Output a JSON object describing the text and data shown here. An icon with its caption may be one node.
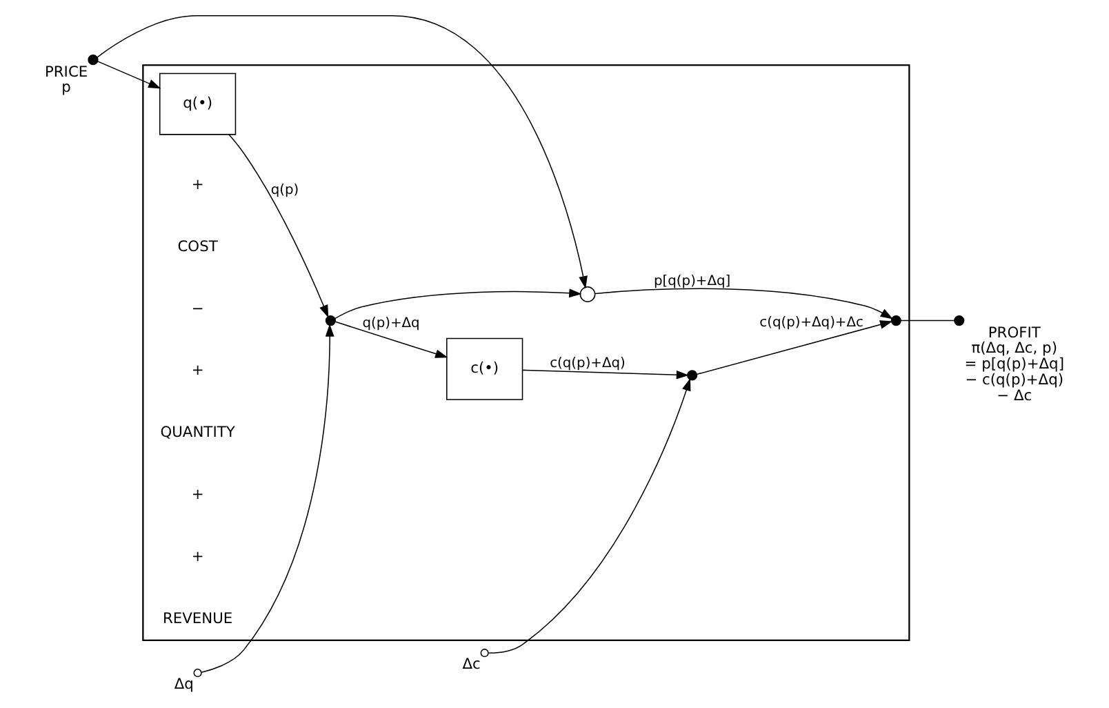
{
  "diagram": {
    "nodes": [
      {
        "text": [],
        "shape": "box"
      },
      {
        "text": [],
        "shape": "circle",
        "beside": [
          "Δc"
        ]
      },
      {
        "text": [],
        "shape": "circle",
        "in": 0
      },
      {
        "text": [
          "c(•)"
        ],
        "in": 0
      },
      {
        "text": [],
        "shape": "circle",
        "beside": [
          "Δq"
        ]
      },
      {
        "text": [],
        "shape": "circle",
        "in": 0
      },
      {
        "text": [],
        "shape": "circle",
        "in": 0
      },
      {
        "text": [
          "q(•)"
        ],
        "in": 0
      },
      {
        "text": [],
        "shape": "circle",
        "in": 0
      },
      {
        "text": [],
        "shape": "circle",
        "beside": [
          "PRICE",
          "p"
        ]
      },
      {
        "text": [],
        "shape": "circle",
        "beside": [
          "PROFIT",
          "π(Δq, Δc, p)",
          "= p[q(p)+Δq]",
          "− c(q(p)+Δq)",
          "− Δc"
        ]
      }
    ],
    "edges": [
      {
        "from": 1,
        "to": 2,
        "arrow": "to"
      },
      {
        "from": 3,
        "to": 2,
        "arrow": "to",
        "label": "c(q(p)+Δq)"
      },
      {
        "from": 2,
        "to": 8,
        "arrow": "to",
        "label": "c(q(p)+Δq)+Δc"
      },
      {
        "from": 4,
        "to": 5,
        "arrow": "to"
      },
      {
        "from": 7,
        "to": 5,
        "arrow": "to",
        "label": "q(p)"
      },
      {
        "from": 5,
        "to": 3,
        "arrow": "to",
        "label": "q(p)+Δq"
      },
      {
        "from": 5,
        "to": 6,
        "arrow": "to"
      },
      {
        "from": 9,
        "to": 7,
        "arrow": "to"
      },
      {
        "from": 9,
        "to": 6,
        "arrow": "to"
      },
      {
        "from": 6,
        "to": 8,
        "arrow": "to",
        "label": "p[q(p)+Δq]"
      },
      {
        "from": 8,
        "to": 10,
        "arrow": "none"
      }
    ],
    "labels": [
      "+",
      "COST",
      "−",
      "+",
      "QUANTITY",
      "+",
      "+",
      "REVENUE"
    ]
  }
}
